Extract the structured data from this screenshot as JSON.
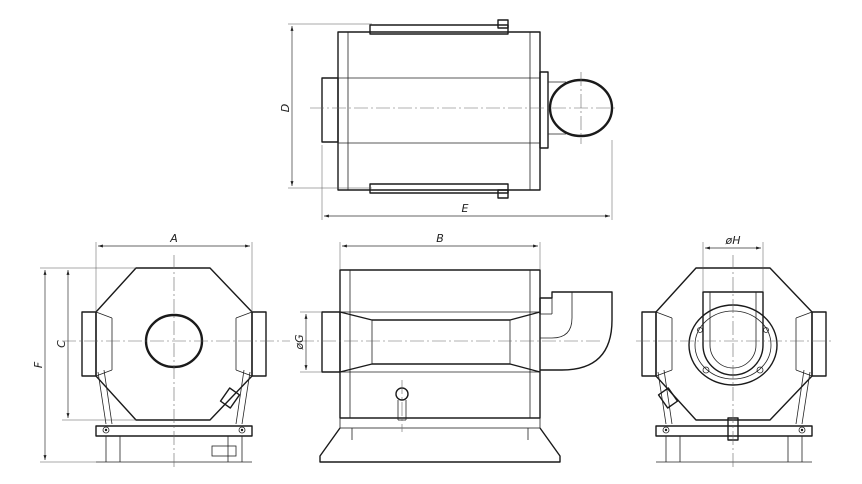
{
  "dimensions": {
    "a": "A",
    "b": "B",
    "c": "C",
    "d": "D",
    "e": "E",
    "f": "F",
    "g": "øG",
    "h": "øH"
  },
  "colors": {
    "line": "#1a1a1a",
    "background": "#ffffff"
  }
}
